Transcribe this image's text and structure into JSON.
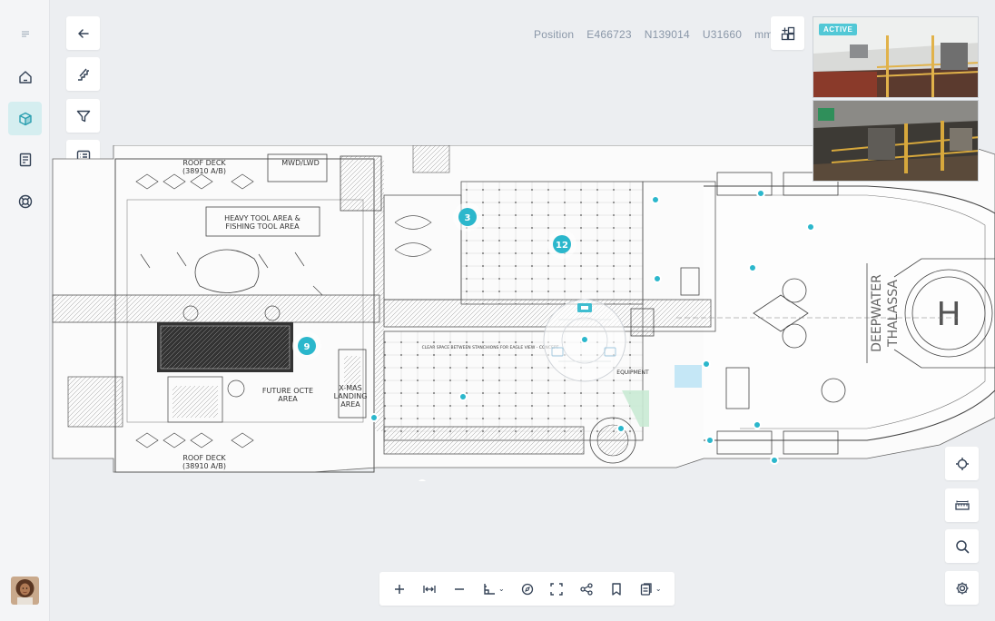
{
  "position": {
    "label": "Position",
    "easting": "E466723",
    "northing": "N139014",
    "up": "U31660",
    "unit": "mm"
  },
  "preview": {
    "badge": "ACTIVE"
  },
  "plan_labels": {
    "roof_deck_top": "ROOF DECK",
    "roof_deck_top_sub": "(38910 A/B)",
    "mwd_lwd": "MWD/LWD",
    "heavy_tool_1": "HEAVY TOOL AREA &",
    "heavy_tool_2": "FISHING TOOL AREA",
    "future_octe_1": "FUTURE OCTE",
    "future_octe_2": "AREA",
    "xmas_1": "X-MAS",
    "xmas_2": "LANDING",
    "xmas_3": "AREA",
    "roof_deck_bottom": "ROOF DECK",
    "roof_deck_bottom_sub": "(38910 A/B)",
    "clear_space": "CLEAR SPACE BETWEEN STANCHIONS FOR EAGLE VIEW - CONCEPT",
    "equipment": "EQUIPMENT",
    "vessel_name_1": "DEEPWATER",
    "vessel_name_2": "THALASSA"
  },
  "clusters": {
    "c1": "3",
    "c2": "12",
    "c3": "9"
  },
  "colors": {
    "accent": "#2bb7cc",
    "icon": "#344256",
    "active_bg": "#d5eef0"
  },
  "icons": {
    "menu": "menu-icon",
    "home": "home-icon",
    "model": "cube-icon",
    "document": "document-icon",
    "support": "lifebuoy-icon"
  }
}
